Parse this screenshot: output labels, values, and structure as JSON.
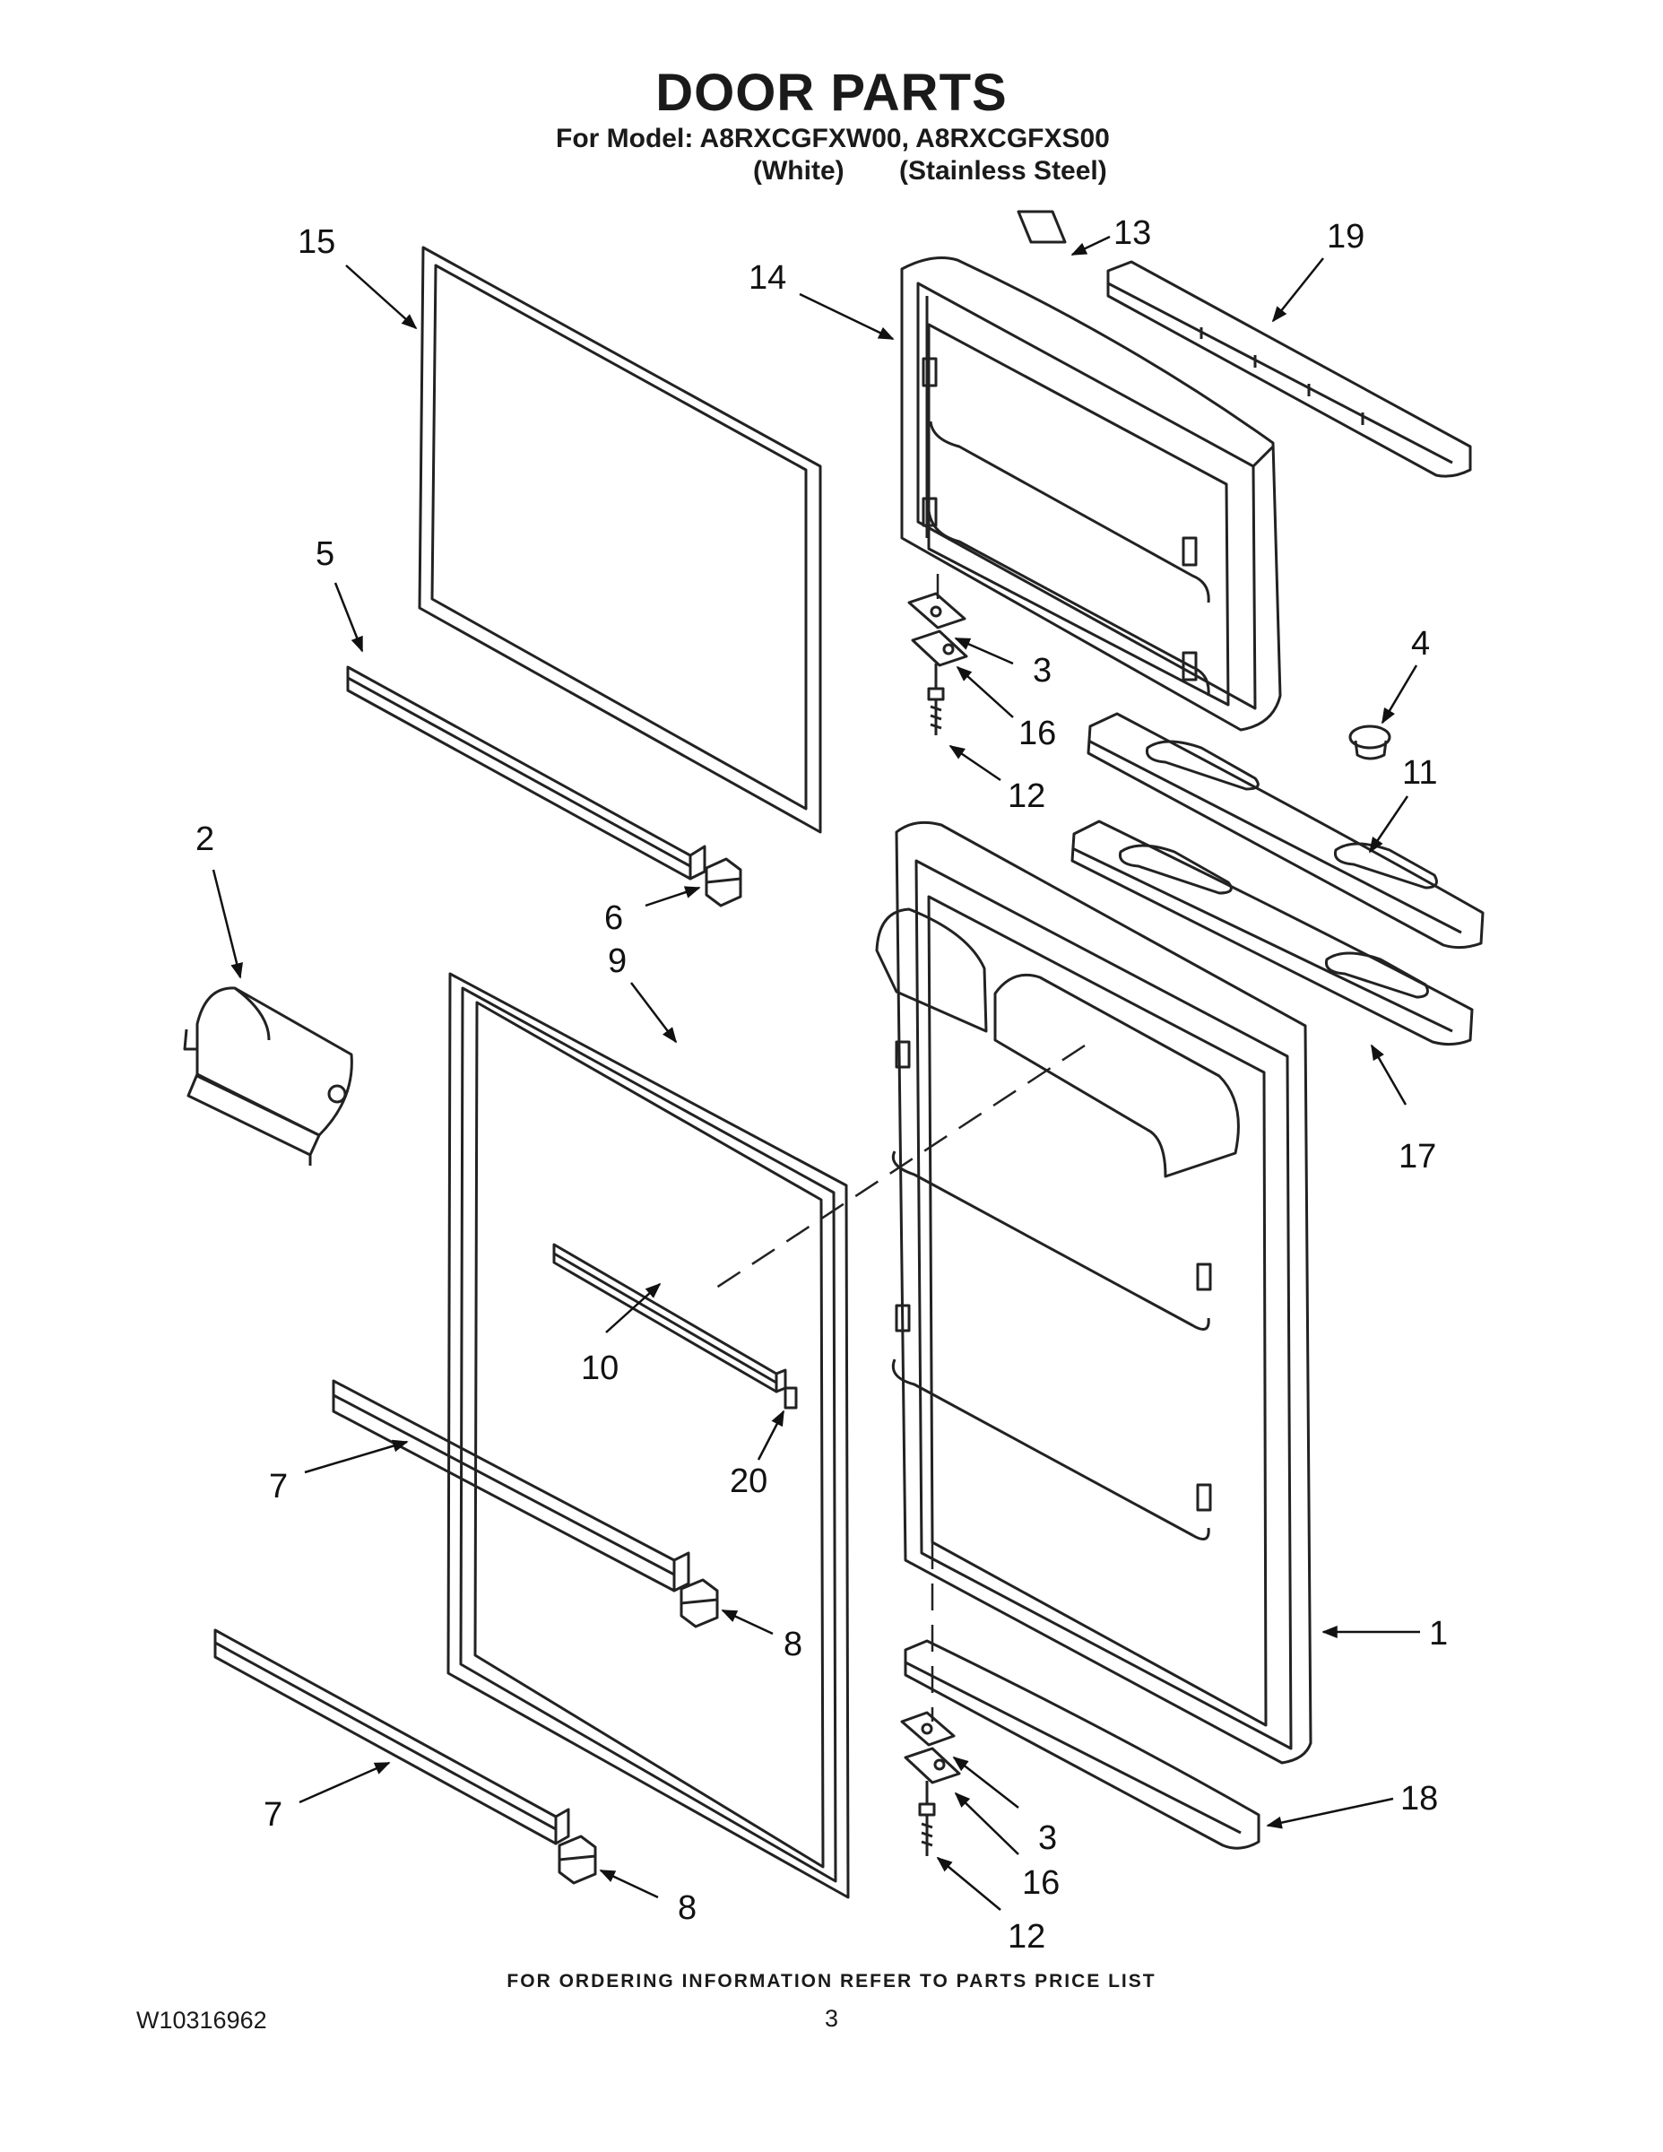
{
  "header": {
    "title": "DOOR PARTS",
    "model_line": "For Model: A8RXCGFXW00, A8RXCGFXS00",
    "variants": [
      "(White)",
      "(Stainless Steel)"
    ]
  },
  "callouts": {
    "c15": "15",
    "c14": "14",
    "c13": "13",
    "c19": "19",
    "c5": "5",
    "c3a": "3",
    "c16a": "16",
    "c12a": "12",
    "c4": "4",
    "c11": "11",
    "c2": "2",
    "c6": "6",
    "c9": "9",
    "c17": "17",
    "c10": "10",
    "c20": "20",
    "c7a": "7",
    "c8a": "8",
    "c1": "1",
    "c7b": "7",
    "c18": "18",
    "c3b": "3",
    "c16b": "16",
    "c8b": "8",
    "c12b": "12"
  },
  "footer": {
    "note": "FOR ORDERING INFORMATION REFER TO PARTS PRICE LIST",
    "doc_number": "W10316962",
    "page": "3"
  }
}
